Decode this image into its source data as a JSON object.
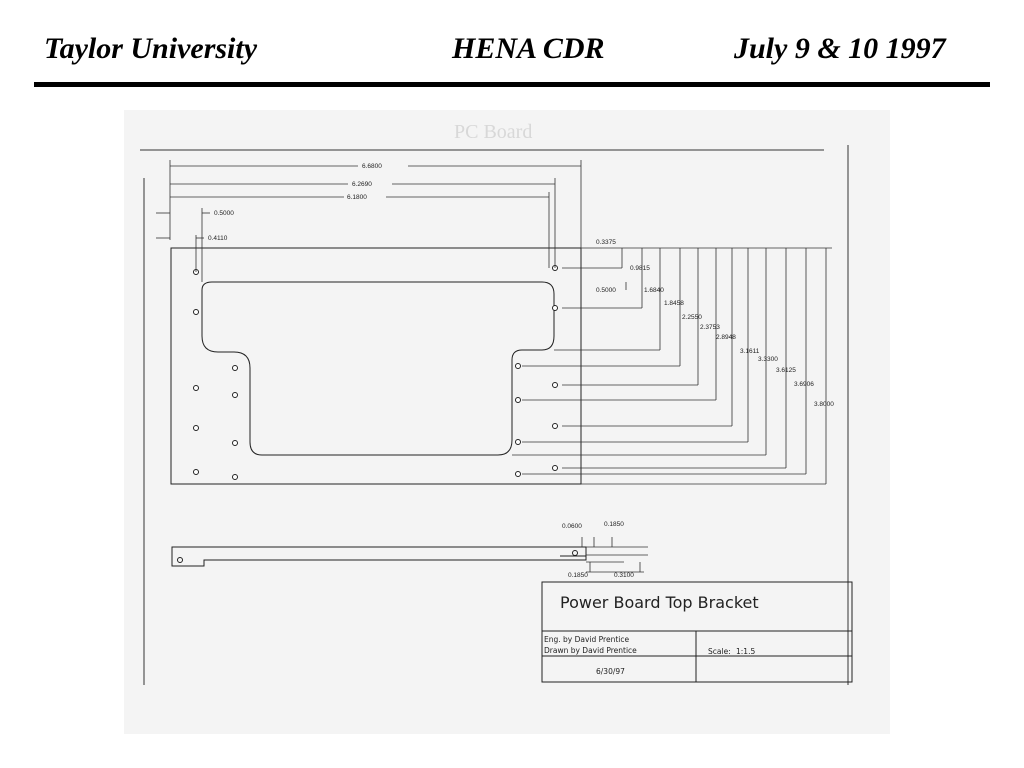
{
  "header": {
    "left": "Taylor University",
    "center": "HENA CDR",
    "right": "July 9 & 10 1997"
  },
  "drawing": {
    "faint_heading": "PC Board",
    "top_dimensions": [
      "6.6800",
      "6.2690",
      "6.1800",
      "0.5000",
      "0.4110"
    ],
    "right_dimensions": [
      "0.3375",
      "0.9815",
      "0.5000",
      "1.6840",
      "1.8458",
      "2.2550",
      "2.3753",
      "2.8948",
      "3.1611",
      "3.3300",
      "3.6125",
      "3.6906",
      "3.8000"
    ],
    "side_view_dimensions": [
      "0.0600",
      "0.1850",
      "0.1850",
      "0.3100"
    ],
    "title_block": {
      "title": "Power Board Top Bracket",
      "engineer": "Eng. by David Prentice",
      "drawn_by": "Drawn by David Prentice",
      "scale_label": "Scale:",
      "scale_value": "1:1.5",
      "date": "6/30/97"
    }
  }
}
